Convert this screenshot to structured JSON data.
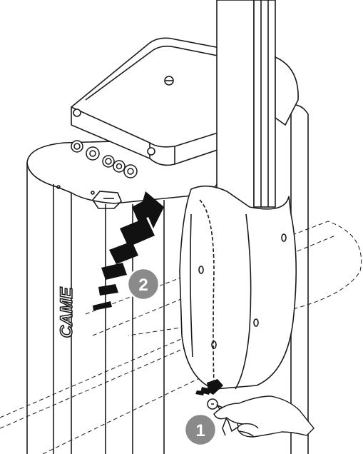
{
  "diagram": {
    "brand_logo": "CAME",
    "steps": [
      {
        "number": "1",
        "action": "unlock-with-key"
      },
      {
        "number": "2",
        "action": "remove-cover"
      }
    ],
    "colors": {
      "line": "#1a1a1a",
      "step_badge": "#8a8a8a",
      "step_badge_text": "#ffffff",
      "arrows": "#111111",
      "background": "#ffffff"
    }
  }
}
